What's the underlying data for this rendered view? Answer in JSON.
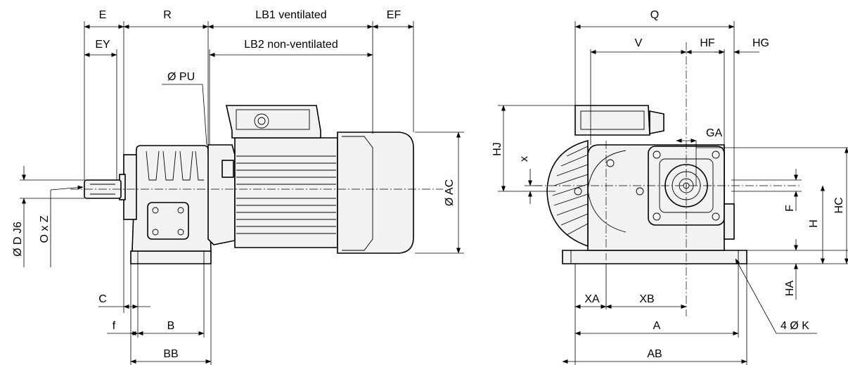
{
  "drawing": {
    "side_view": {
      "labels": {
        "E": "E",
        "R": "R",
        "LB1": "LB1 ventilated",
        "EF": "EF",
        "EY": "EY",
        "LB2": "LB2 non-ventilated",
        "PU": "Ø PU",
        "AC": "Ø AC",
        "D": "Ø D J6",
        "OxZ": "O x Z",
        "C": "C",
        "f": "f",
        "B": "B",
        "BB": "BB"
      }
    },
    "front_view": {
      "labels": {
        "Q": "Q",
        "V": "V",
        "HF": "HF",
        "HG": "HG",
        "GA": "GA",
        "HJ": "HJ",
        "x": "x",
        "F": "F",
        "H": "H",
        "HC": "HC",
        "HA": "HA",
        "XA": "XA",
        "XB": "XB",
        "A": "A",
        "K": "4 Ø K",
        "AB": "AB"
      }
    }
  }
}
